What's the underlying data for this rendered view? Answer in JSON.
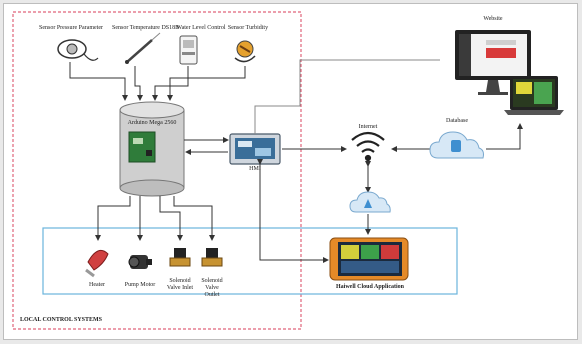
{
  "title_text": "",
  "sensors": {
    "sensor_1": "Sensor Pressure Parameter",
    "sensor_2": "Sensor Temperature DS18B",
    "sensor_3": "Water Level Control",
    "sensor_4": "Sensor Turbidity"
  },
  "controller_label": "Arduino Mega 2560",
  "hmi_label": "HMI",
  "internet_label": "Internet",
  "database_label": "Database",
  "website_label": "Website",
  "mobile_app_label": "Haiwell Cloud Application",
  "actuators": {
    "actuator_1": "Heater",
    "actuator_2": "Pump Motor",
    "actuator_3": "Solenoid Valve Inlet",
    "actuator_4": "Solenoid Valve Outlet"
  },
  "local_system_label": "LOCAL CONTROL SYSTEMS",
  "colors": {
    "local_border": "#e0657a",
    "mobile_border": "#6ab4dc",
    "cloud_fill": "#d7e8f6",
    "cloud_accent": "#3f8fd0",
    "cylinder_fill": "#cfcfcf"
  }
}
